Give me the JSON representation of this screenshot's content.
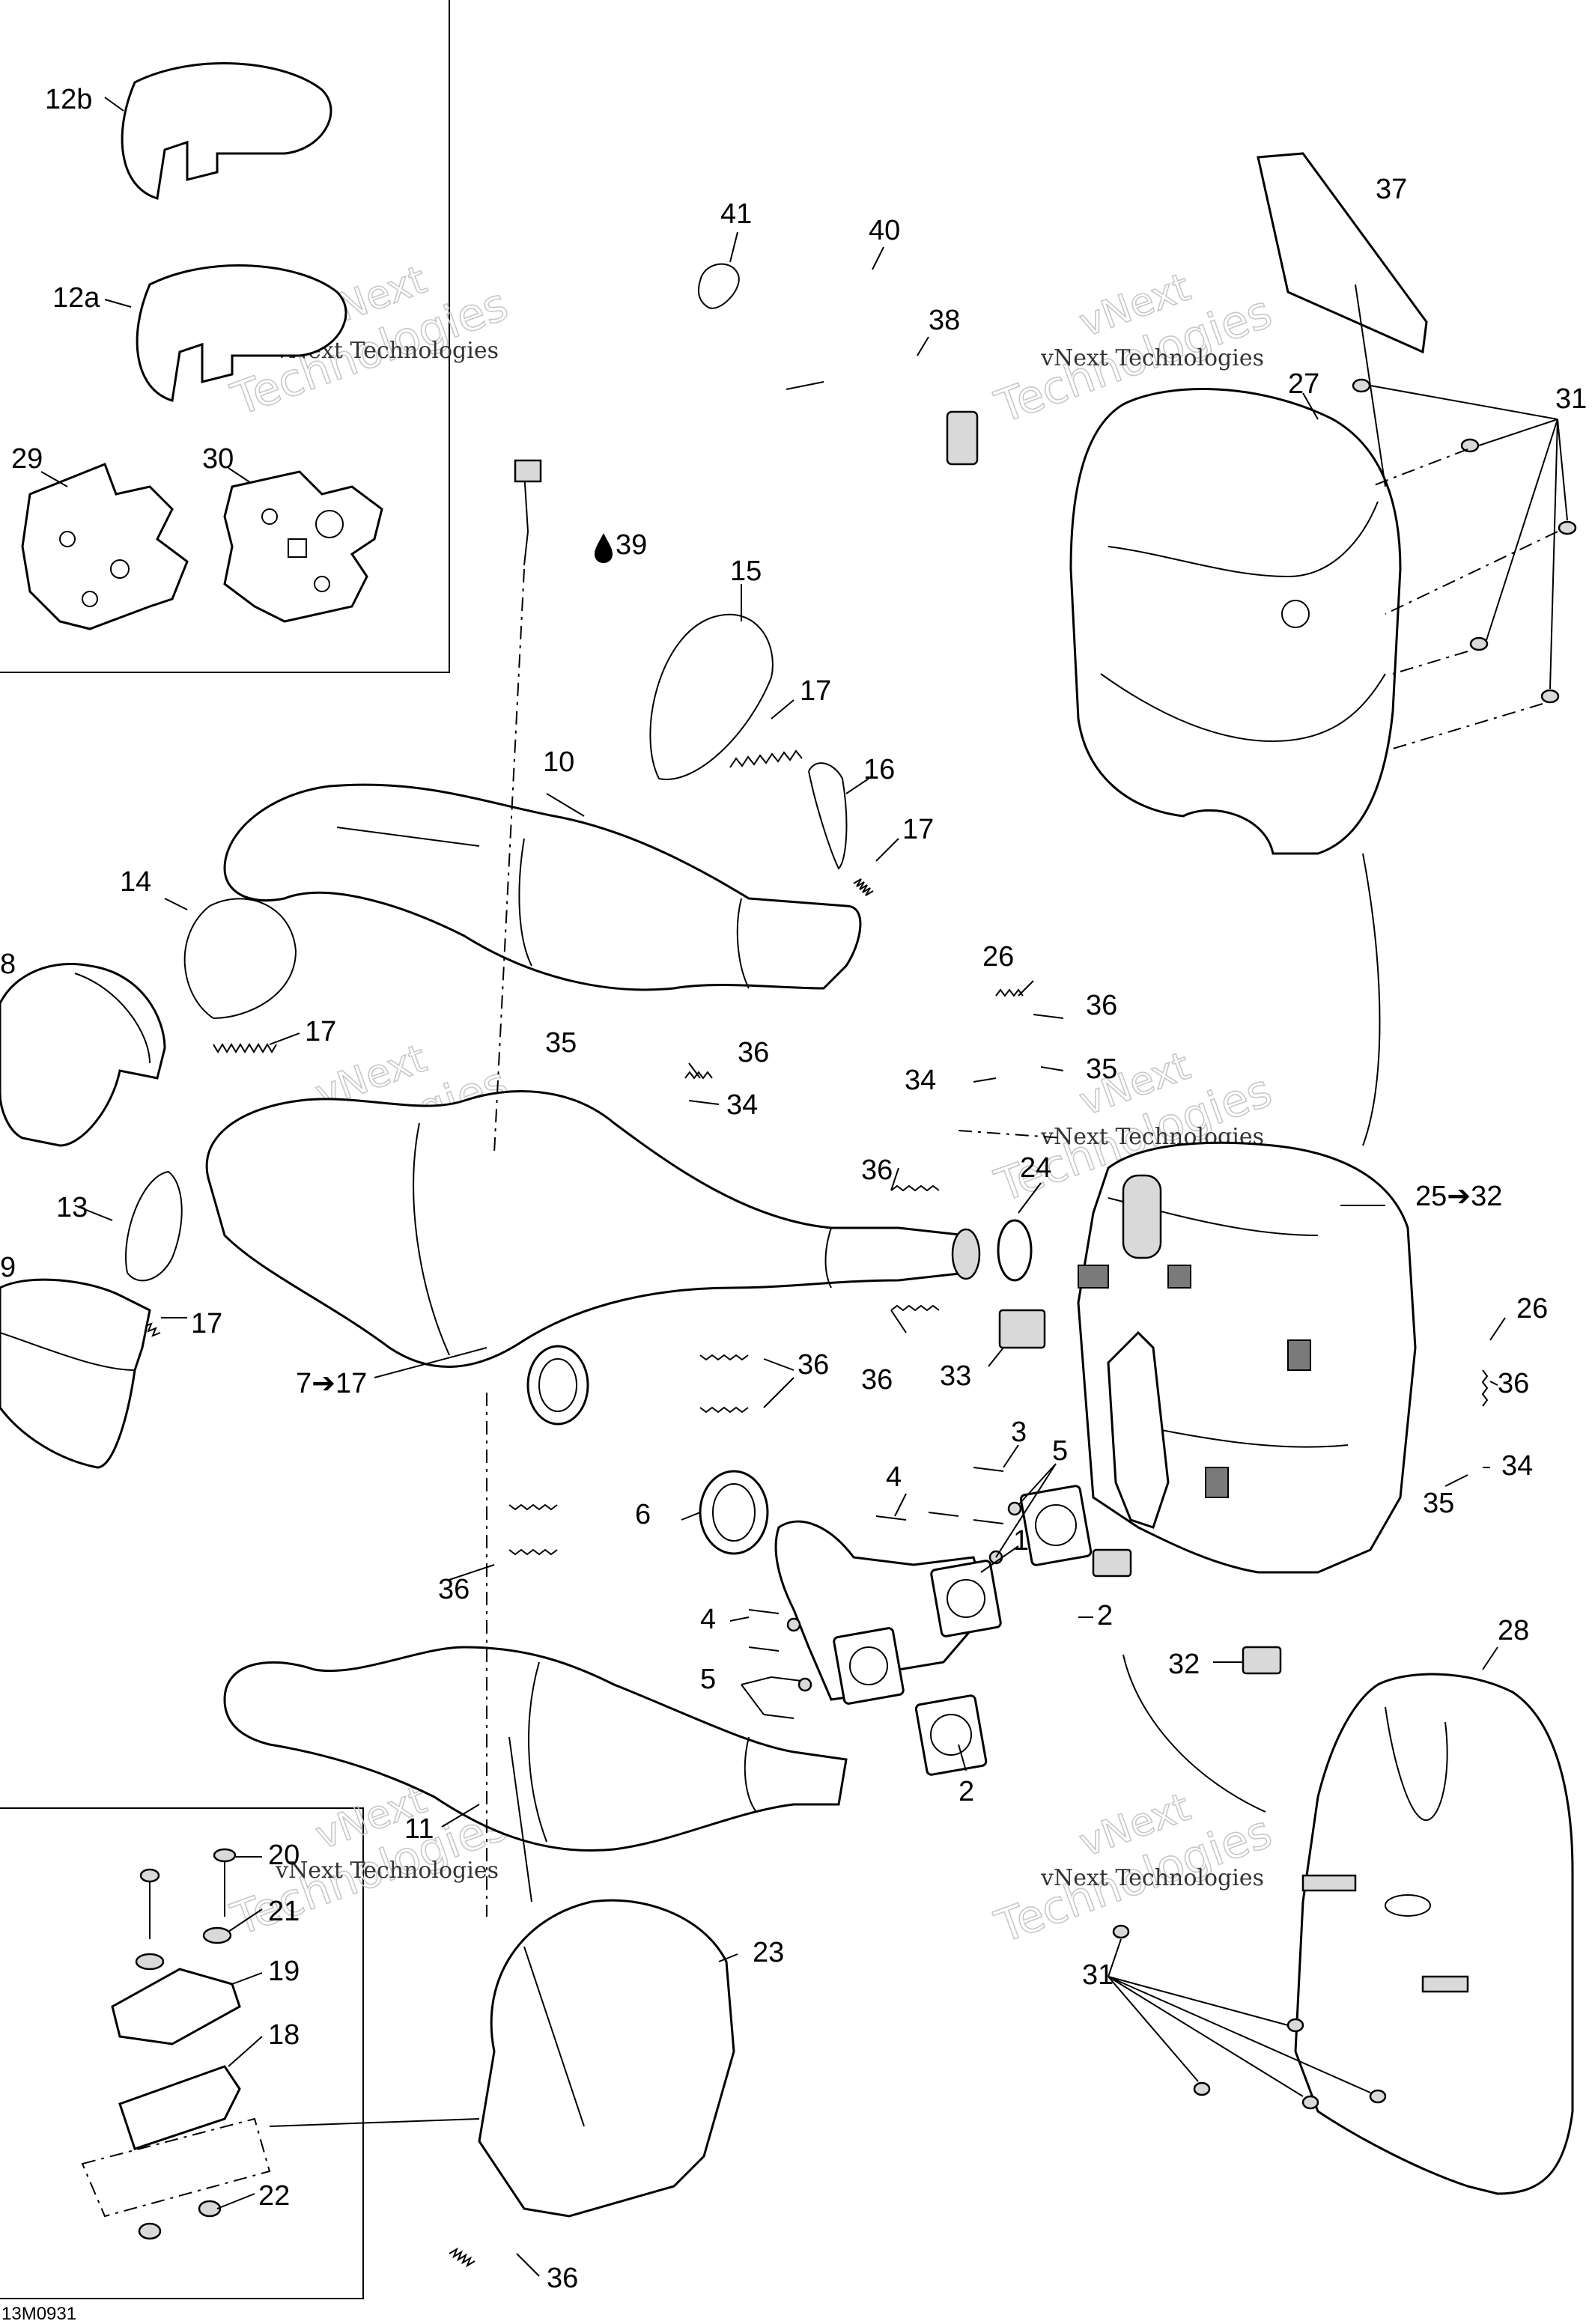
{
  "figure_code": "13M0931",
  "watermark": {
    "line1": "vNext",
    "line2": "Technologies",
    "caption": "vNext Technologies"
  },
  "callouts": {
    "c12b": "12b",
    "c12a": "12a",
    "c29": "29",
    "c30": "30",
    "c41": "41",
    "c40": "40",
    "c38": "38",
    "c39": "39",
    "c37": "37",
    "c27": "27",
    "c31a": "31",
    "c15": "15",
    "c17a": "17",
    "c10": "10",
    "c16": "16",
    "c17b": "17",
    "c14": "14",
    "c8": "8",
    "c17c": "17",
    "c26a": "26",
    "c36a": "36",
    "c35a": "35",
    "c36b": "36",
    "c34a": "34",
    "c34b": "34",
    "c35b": "35",
    "c36c": "36",
    "c24": "24",
    "c25": "25➔32",
    "c13": "13",
    "c9": "9",
    "c17d": "17",
    "c36d": "36",
    "c33": "33",
    "c26b": "26",
    "c36e": "36",
    "c34c": "34",
    "c35c": "35",
    "c7": "7➔17",
    "c36f": "36",
    "c3": "3",
    "c4a": "4",
    "c5a": "5",
    "c6": "6",
    "c1": "1",
    "c2a": "2",
    "c36g": "36",
    "c4b": "4",
    "c5b": "5",
    "c2b": "2",
    "c32": "32",
    "c28": "28",
    "c11": "11",
    "c20": "20",
    "c21": "21",
    "c19": "19",
    "c18": "18",
    "c22": "22",
    "c23": "23",
    "c31b": "31",
    "c36h": "36"
  }
}
